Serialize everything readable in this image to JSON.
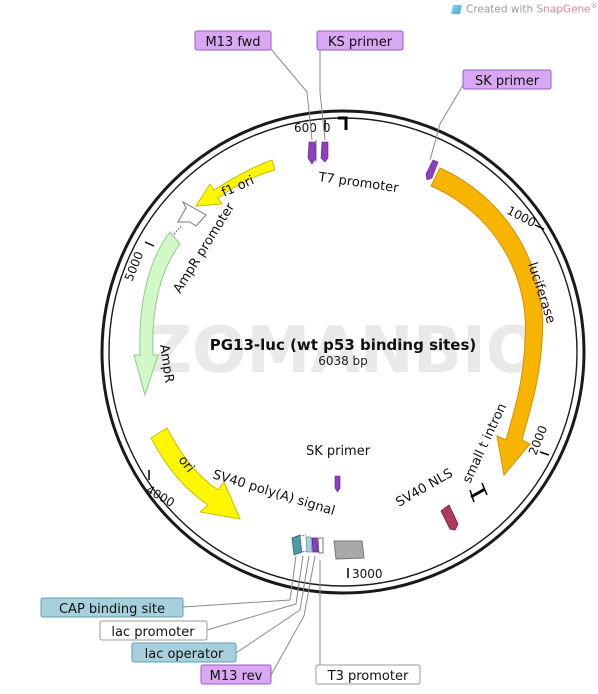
{
  "credit": {
    "prefix": "Created with ",
    "brand": "SnapGene",
    "reg": "®"
  },
  "watermark": "ZOMANBIO",
  "plasmid": {
    "name": "PG13-luc (wt p53 binding sites)",
    "length": "6038 bp"
  },
  "ticks": [
    {
      "label": "600",
      "suffix": "0"
    },
    {
      "label": "1000"
    },
    {
      "label": "2000"
    },
    {
      "label": "3000"
    },
    {
      "label": "4000"
    },
    {
      "label": "5000"
    }
  ],
  "features": {
    "f1_ori": "f1 ori",
    "ampr_promoter": "AmpR promoter",
    "ampr": "AmpR",
    "ori": "ori",
    "luciferase": "luciferase",
    "small_t_intron": "small t intron",
    "sv40_nls": "SV40 NLS",
    "sv40_polya": "SV40 poly(A) signal",
    "t7_promoter": "T7 promoter",
    "sk_primer_inner": "SK primer"
  },
  "callouts": {
    "m13_fwd": "M13 fwd",
    "ks_primer": "KS primer",
    "sk_primer": "SK primer",
    "cap_binding_site": "CAP binding site",
    "lac_promoter": "lac promoter",
    "lac_operator": "lac operator",
    "m13_rev": "M13 rev",
    "t3_promoter": "T3 promoter"
  },
  "colors": {
    "backbone": "#1a1a1a",
    "primer": "#8e3fbf",
    "primer_box": "#d9a8f2",
    "primer_box_border": "#9b59c4",
    "orange": "#f7b500",
    "orange_stroke": "#d98f00",
    "yellow": "#fff700",
    "yellow_stroke": "#c8c000",
    "green": "#d2f7c8",
    "green_stroke": "#8fcc84",
    "blue_box": "#a7d0dd",
    "blue_box_border": "#5f9fb3",
    "gray_feature": "#a9a9a9",
    "nls": "#b03a5b",
    "cap_site": "#4a9aa8",
    "watermark": "#e9e9e9"
  }
}
